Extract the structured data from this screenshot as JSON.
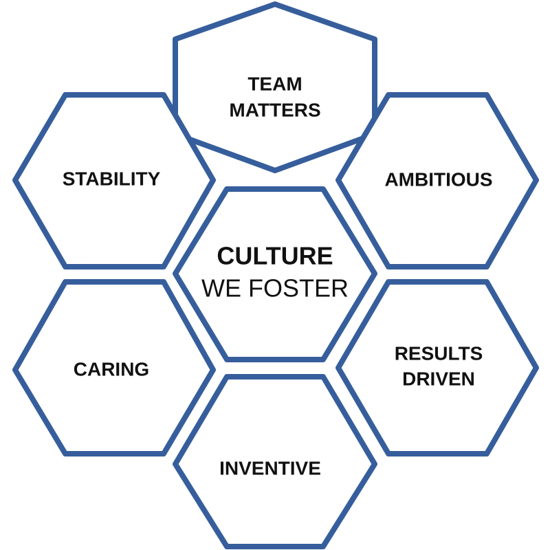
{
  "colors": {
    "hex_stroke": "#365e9c",
    "hex_fill": "#ffffff",
    "text": "#111111"
  },
  "center": {
    "line1": "CULTURE",
    "line2": "WE FOSTER"
  },
  "values": {
    "team_matters": [
      "TEAM",
      "MATTERS"
    ],
    "stability": [
      "STABILITY"
    ],
    "ambitious": [
      "AMBITIOUS"
    ],
    "caring": [
      "CARING"
    ],
    "results_driven": [
      "RESULTS",
      "DRIVEN"
    ],
    "inventive": [
      "INVENTIVE"
    ]
  }
}
